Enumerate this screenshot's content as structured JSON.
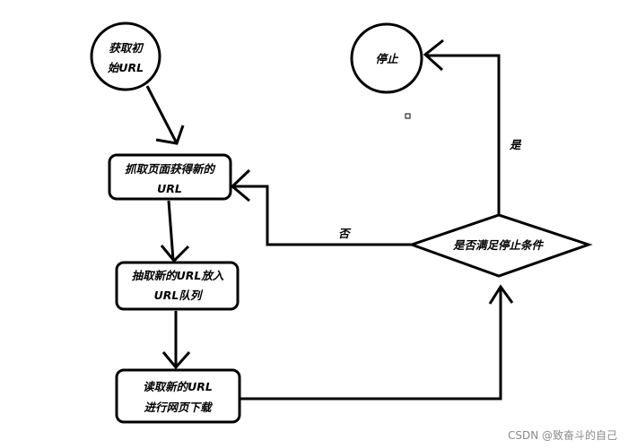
{
  "nodes": {
    "start": {
      "line1": "获取初",
      "line2": "始URL"
    },
    "stop": {
      "label": "停止"
    },
    "crawl": {
      "line1": "抓取页面获得新的",
      "line2": "URL"
    },
    "extract": {
      "line1": "抽取新的URL放入",
      "line2": "URL队列"
    },
    "read": {
      "line1": "读取新的URL",
      "line2": "进行网页下载"
    },
    "decision": {
      "label": "是否满足停止条件"
    }
  },
  "edges": {
    "yes": "是",
    "no": "否"
  },
  "watermark": "CSDN @致奋斗的自己"
}
